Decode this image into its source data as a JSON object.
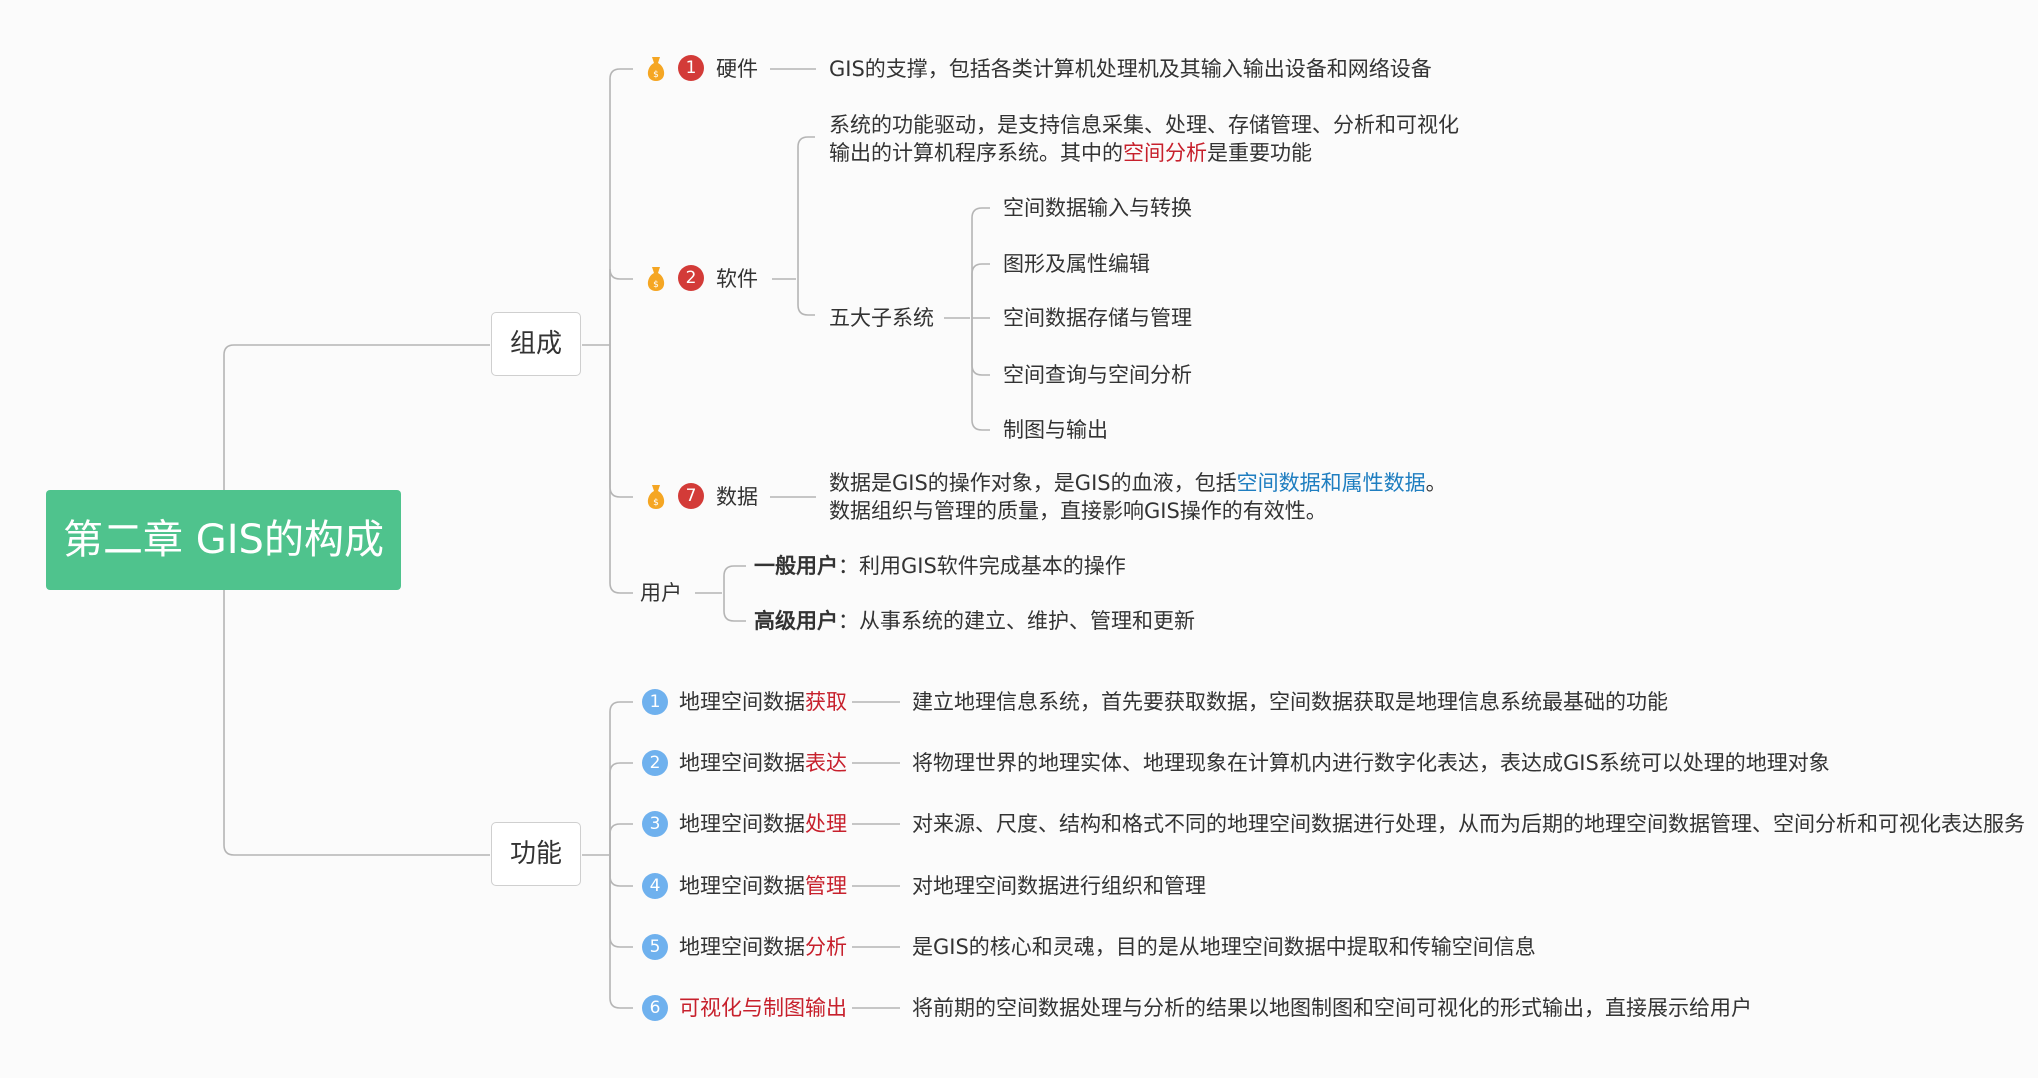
{
  "root": {
    "title": "第二章 GIS的构成"
  },
  "composition": {
    "label": "组成",
    "hardware": {
      "num": "1",
      "label": "硬件",
      "desc": "GIS的支撑，包括各类计算机处理机及其输入输出设备和网络设备"
    },
    "software": {
      "num": "2",
      "label": "软件",
      "desc_line1": "系统的功能驱动，是支持信息采集、处理、存储管理、分析和可视化",
      "desc_line2_pre": "输出的计算机程序系统。其中的",
      "desc_line2_highlight": "空间分析",
      "desc_line2_post": "是重要功能",
      "subsystems_label": "五大子系统",
      "subsystems": [
        "空间数据输入与转换",
        "图形及属性编辑",
        "空间数据存储与管理",
        "空间查询与空间分析",
        "制图与输出"
      ]
    },
    "data": {
      "num": "7",
      "label": "数据",
      "line1_pre": "数据是GIS的操作对象，是GIS的血液，包括",
      "line1_highlight": "空间数据和属性数据",
      "line1_post": "。",
      "line2": "数据组织与管理的质量，直接影响GIS操作的有效性。"
    },
    "users": {
      "label": "用户",
      "general_label": "一般用户",
      "general_desc": "：利用GIS软件完成基本的操作",
      "advanced_label": "高级用户",
      "advanced_desc": "：从事系统的建立、维护、管理和更新"
    }
  },
  "functions": {
    "label": "功能",
    "items": [
      {
        "num": "1",
        "prefix": "地理空间数据",
        "highlight": "获取",
        "desc": "建立地理信息系统，首先要获取数据，空间数据获取是地理信息系统最基础的功能"
      },
      {
        "num": "2",
        "prefix": "地理空间数据",
        "highlight": "表达",
        "desc": "将物理世界的地理实体、地理现象在计算机内进行数字化表达，表达成GIS系统可以处理的地理对象"
      },
      {
        "num": "3",
        "prefix": "地理空间数据",
        "highlight": "处理",
        "desc": "对来源、尺度、结构和格式不同的地理空间数据进行处理，从而为后期的地理空间数据管理、空间分析和可视化表达服务"
      },
      {
        "num": "4",
        "prefix": "地理空间数据",
        "highlight": "管理",
        "desc": "对地理空间数据进行组织和管理"
      },
      {
        "num": "5",
        "prefix": "地理空间数据",
        "highlight": "分析",
        "desc": "是GIS的核心和灵魂，目的是从地理空间数据中提取和传输空间信息"
      },
      {
        "num": "6",
        "prefix": "",
        "highlight": "可视化与制图输出",
        "desc": "将前期的空间数据处理与分析的结果以地图制图和空间可视化的形式输出，直接展示给用户"
      }
    ]
  },
  "colors": {
    "root_bg": "#4fc38d",
    "highlight_red": "#c7202c",
    "highlight_blue": "#1f7ec0",
    "badge_red": "#d33b38",
    "badge_blue": "#6fb1ee",
    "bag_icon": "#f5a623"
  }
}
